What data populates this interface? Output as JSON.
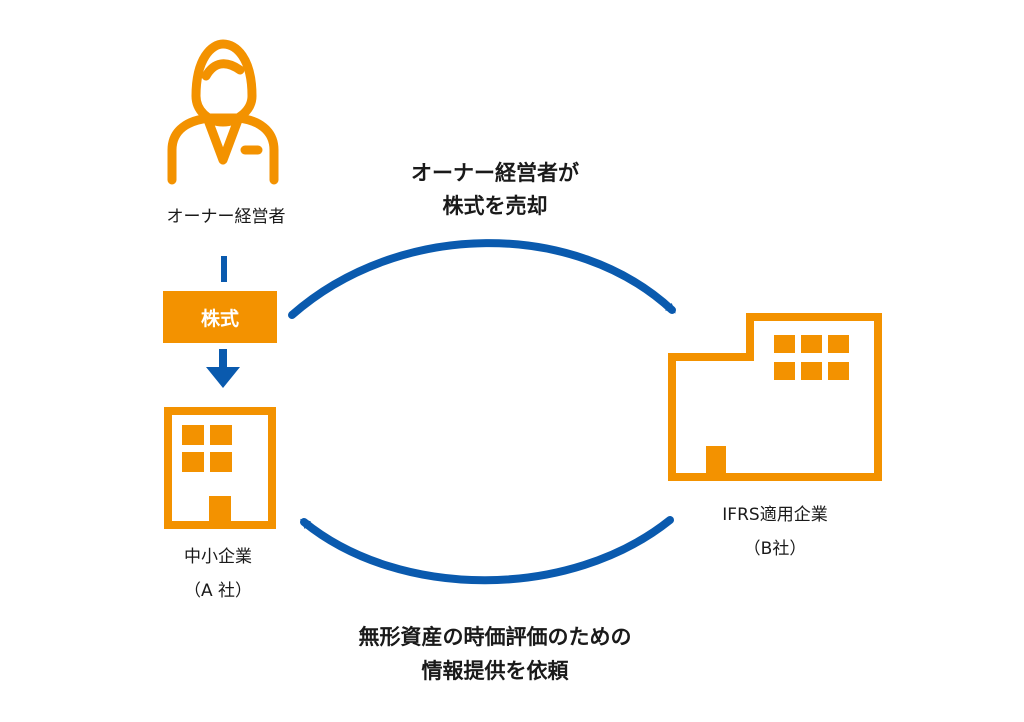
{
  "colors": {
    "accent_orange": "#F39200",
    "arrow_blue": "#0A5AAE",
    "text": "#1A1A1A",
    "background": "#FFFFFF"
  },
  "nodes": {
    "owner": {
      "label": "オーナー経営者",
      "icon": "businessman-icon"
    },
    "shares": {
      "label": "株式"
    },
    "company_a": {
      "label_line1": "中小企業",
      "label_line2": "（A 社）",
      "icon": "small-building-icon"
    },
    "company_b": {
      "label_line1": "IFRS適用企業",
      "label_line2": "（B社）",
      "icon": "large-building-icon"
    }
  },
  "edges": {
    "sale": {
      "line1": "オーナー経営者が",
      "line2": "株式を売却"
    },
    "request": {
      "line1": "無形資産の時価評価のための",
      "line2": "情報提供を依頼"
    }
  }
}
